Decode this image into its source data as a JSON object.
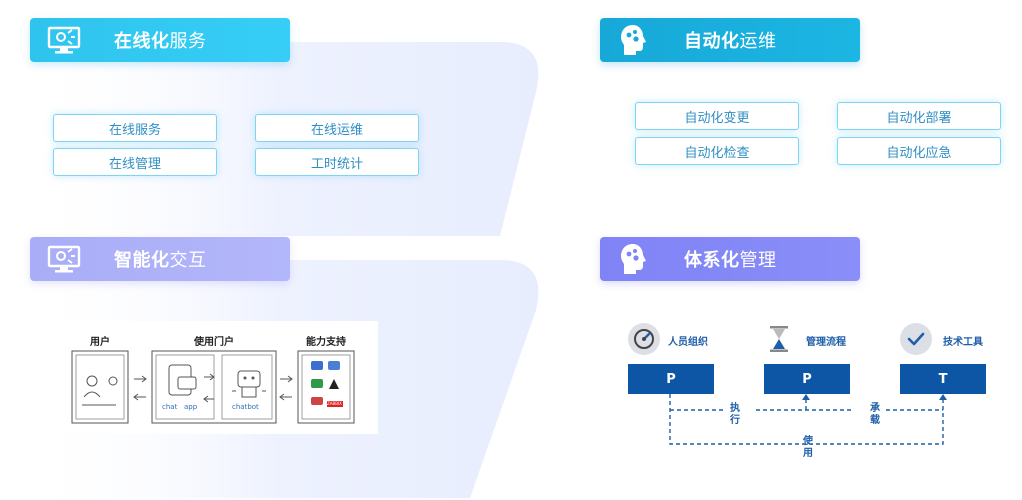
{
  "sections": {
    "online": {
      "title_bold": "在线化",
      "title_rest": "服务",
      "items": [
        "在线服务",
        "在线运维",
        "在线管理",
        "工时统计"
      ]
    },
    "automation": {
      "title_bold": "自动化",
      "title_rest": "运维",
      "items": [
        "自动化变更",
        "自动化部署",
        "自动化检查",
        "自动化应急"
      ]
    },
    "intelligent": {
      "title_bold": "智能化",
      "title_rest": "交互"
    },
    "system": {
      "title_bold": "体系化",
      "title_rest": "管理"
    }
  },
  "interaction_sketch": {
    "columns": [
      "用户",
      "使用门户",
      "能力支持"
    ],
    "labels": [
      "chat",
      "app",
      "chatbot"
    ],
    "badge": "ZABBIX"
  },
  "management": {
    "pillars": [
      {
        "label": "人员组织",
        "letter": "P",
        "icon": "gauge-icon"
      },
      {
        "label": "管理流程",
        "letter": "P",
        "icon": "hourglass-icon"
      },
      {
        "label": "技术工具",
        "letter": "T",
        "icon": "check-icon"
      }
    ],
    "links": {
      "left": "执行",
      "right": "承载",
      "bottom": "使用"
    }
  },
  "colors": {
    "cyan": "#2ec4ee",
    "teal": "#17a8d8",
    "lavender": "#a9adf7",
    "violet": "#7f83f5",
    "navy": "#0d56a6",
    "pill_text": "#2f8fc4"
  }
}
